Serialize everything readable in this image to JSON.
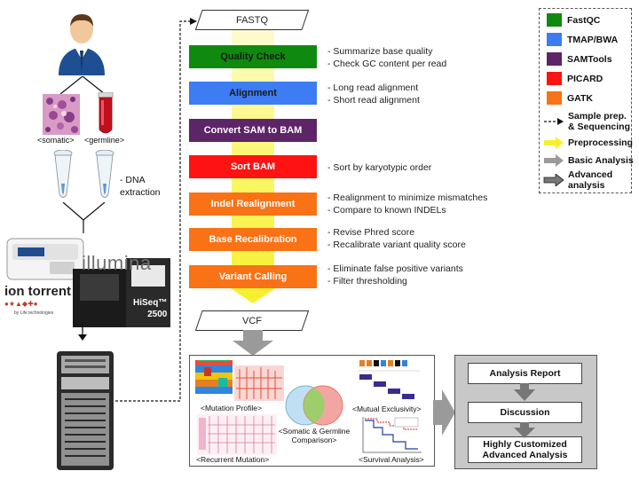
{
  "pipeline": {
    "input": "FASTQ",
    "output": "VCF",
    "steps": [
      {
        "label": "Quality Check",
        "color": "#0f8a0f",
        "notes": [
          "Summarize base quality",
          "Check GC content per read"
        ]
      },
      {
        "label": "Alignment",
        "color": "#3d7cf3",
        "notes": [
          "Long read alignment",
          "Short read alignment"
        ]
      },
      {
        "label": "Convert SAM to BAM",
        "color": "#5e2468",
        "notes": []
      },
      {
        "label": "Sort BAM",
        "color": "#ff1212",
        "notes": [
          "Sort by karyotypic order"
        ]
      },
      {
        "label": "Indel Realignment",
        "color": "#f97216",
        "notes": [
          "Realignment to minimize mismatches",
          "Compare to known INDELs"
        ]
      },
      {
        "label": "Base Recalibration",
        "color": "#f97216",
        "notes": [
          "Revise Phred score",
          "Recalibrate variant quality score"
        ]
      },
      {
        "label": "Variant Calling",
        "color": "#f97216",
        "notes": [
          "Eliminate false positive variants",
          "Filter thresholding"
        ]
      }
    ]
  },
  "sample": {
    "somatic": "<somatic>",
    "germline": "<germline>",
    "extraction_note": "DNA extraction",
    "illumina": "illumina",
    "hiseq": "HiSeq™",
    "hiseq_model": "2500",
    "ion_torrent": "ion torrent",
    "ion_sub": "by Life technologies"
  },
  "legend": {
    "items": [
      {
        "label": "FastQC",
        "color": "#0f8a0f"
      },
      {
        "label": "TMAP/BWA",
        "color": "#3d7cf3"
      },
      {
        "label": "SAMTools",
        "color": "#5e2468"
      },
      {
        "label": "PICARD",
        "color": "#ff1212"
      },
      {
        "label": "GATK",
        "color": "#f97216"
      }
    ],
    "arrows": [
      {
        "label": "Sample prep. & Sequencing",
        "line1": "Sample prep.",
        "line2": "& Sequencing"
      },
      {
        "label": "Preprocessing"
      },
      {
        "label": "Basic Analysis"
      },
      {
        "label": "Advanced analysis",
        "line1": "Advanced",
        "line2": "analysis"
      }
    ]
  },
  "basic_analysis": {
    "mutation_profile": "<Mutation Profile>",
    "mutual_exclusivity": "<Mutual Exclusivity>",
    "venn": "<Somatic & Germline Comparison>",
    "venn_line1": "<Somatic & Germline",
    "venn_line2": "Comparison>",
    "recurrent_mutation": "<Recurrent Mutation>",
    "survival_analysis": "<Survival Analysis>"
  },
  "advanced_analysis": {
    "items": [
      "Analysis Report",
      "Discussion",
      "Highly Customized Advanced Analysis"
    ],
    "last_line1": "Highly Customized",
    "last_line2": "Advanced Analysis"
  }
}
